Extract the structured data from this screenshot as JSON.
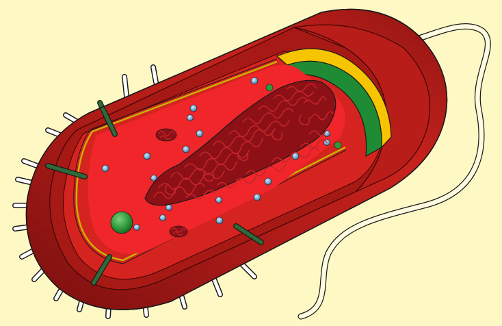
{
  "diagram": {
    "subject": "bacterial-cell-cutaway",
    "labels": [],
    "colors": {
      "background": "#fdf8c4",
      "capsule_outer": "#8f1512",
      "capsule_light": "#c8201c",
      "cell_wall": "#a71915",
      "outer_membrane": "#d5231f",
      "cytoplasm": "#f0262a",
      "cytoplasm_edge": "#e01f21",
      "yellow_layer": "#f6c400",
      "green_layer": "#1f8b34",
      "nucleoid": "#8c1016",
      "nucleoid_strand": "#c3262a",
      "ribosome": "#6fa7cf",
      "pili": "#2f6b3a",
      "granule": "#2e9a3a",
      "outline": "#1a1a1a",
      "fimbriae": "#ffffff",
      "flagellum": "#fffbe0"
    },
    "structures": [
      "capsule",
      "cell-wall",
      "plasma-membrane",
      "cytoplasm",
      "nucleoid",
      "ribosomes",
      "pili",
      "fimbriae",
      "flagellum",
      "storage-granule",
      "plasmids"
    ]
  }
}
